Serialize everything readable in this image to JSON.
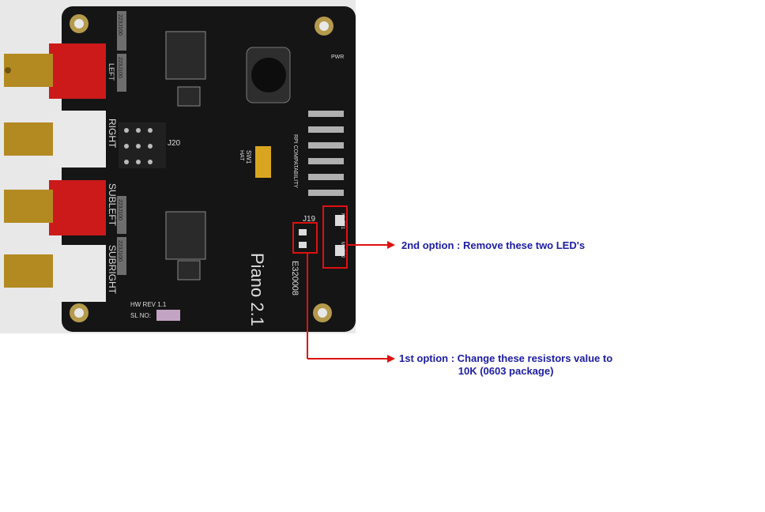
{
  "board": {
    "name": "Piano 2.1",
    "hw_rev": "HW REV 1.1",
    "sl_no": "SL NO:",
    "cert": "E320008",
    "header_label": "J20",
    "connector_label": "J19",
    "switch_label": "SW1",
    "hat_label": "HAT",
    "compat_label": "RPI COMPATABILITY",
    "pwr_label": "PWR",
    "mute1_label": "MUTE1",
    "mute2_label": "MUTE2",
    "jack_labels": [
      "LEFT",
      "RIGHT",
      "SUBLEFT",
      "SUBRIGHT"
    ],
    "cap_labels": [
      "223J100",
      "223J100",
      "223J100",
      "223J100"
    ]
  },
  "annotations": {
    "option2": "2nd option : Remove these two LED's",
    "option1_line1": "1st option : Change these resistors value to",
    "option1_line2": "10K (0603 package)"
  },
  "colors": {
    "arrow": "#e01010",
    "note_text": "#1c1ca0",
    "board": "#141414"
  }
}
